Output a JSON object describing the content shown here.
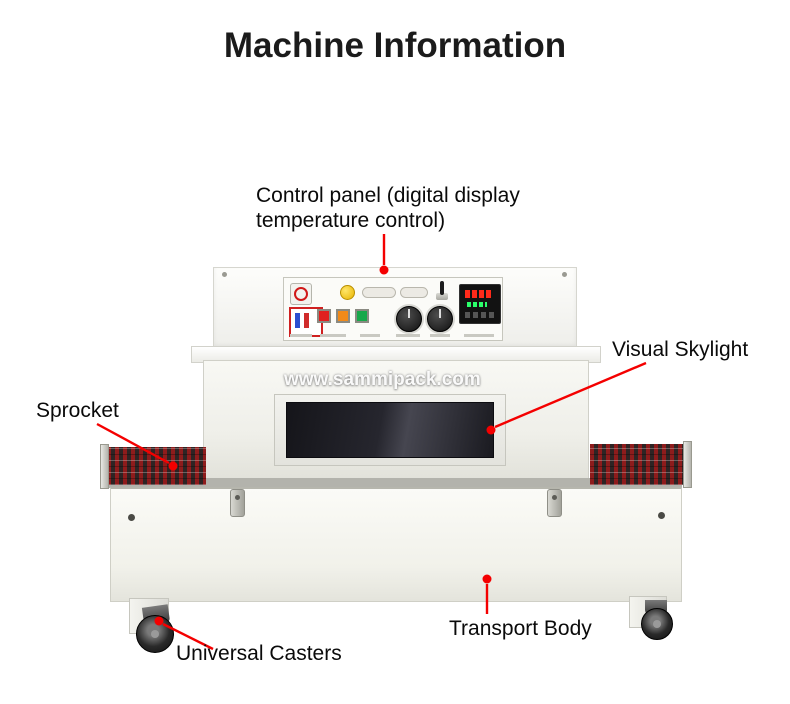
{
  "title": "Machine Information",
  "watermark": "www.sammipack.com",
  "annotations": {
    "control_panel": {
      "label": "Control panel (digital display temperature control)"
    },
    "visual_skylight": {
      "label": "Visual Skylight"
    },
    "sprocket": {
      "label": "Sprocket"
    },
    "universal_casters": {
      "label": "Universal Casters"
    },
    "transport_body": {
      "label": "Transport Body"
    }
  },
  "colors": {
    "annotation_red": "#f40000",
    "title_text": "#1b1b1b"
  }
}
